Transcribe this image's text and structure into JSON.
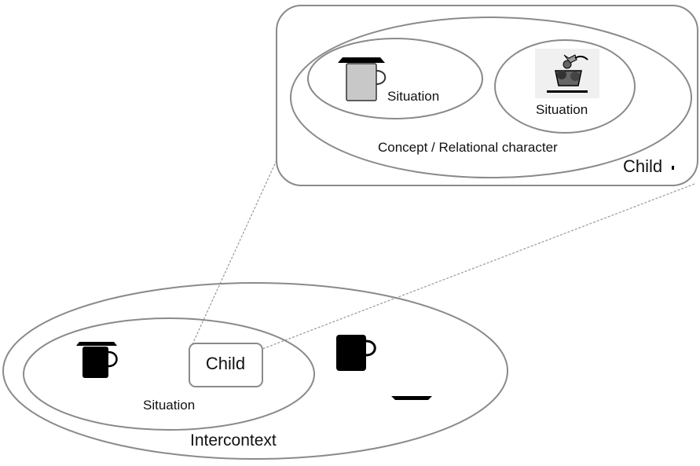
{
  "zoom_box": {
    "outer_label": "Child",
    "concept_label": "Concept / Relational character",
    "situation_left_label": "Situation",
    "situation_right_label": "Situation",
    "icons": [
      "cup-with-lid-icon",
      "plant-in-pot-icon"
    ]
  },
  "main": {
    "intercontext_label": "Intercontext",
    "situation_label": "Situation",
    "child_label": "Child",
    "icons": [
      "cup-with-lid-icon",
      "mug-icon",
      "saucer-icon"
    ]
  },
  "colors": {
    "stroke": "#8a8a8a",
    "dashed": "#a0a0a0",
    "cup_fill_light": "#c8c8c8",
    "icon_dark": "#000000",
    "background": "#ffffff"
  }
}
